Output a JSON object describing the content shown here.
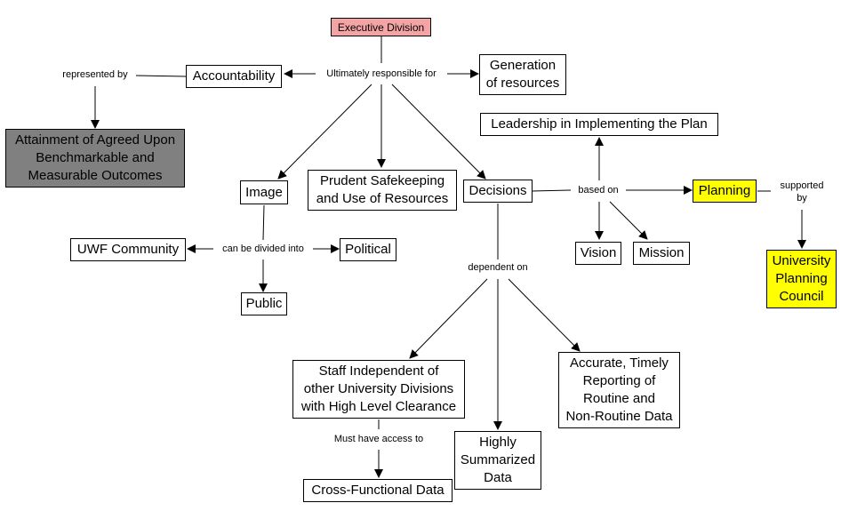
{
  "colors": {
    "executive_fill": "#f4a4a4",
    "outcomes_fill": "#808080",
    "planning_fill": "#ffff00",
    "default_fill": "#ffffff",
    "line": "#000000"
  },
  "nodes": {
    "executive": "Executive Division",
    "accountability": "Accountability",
    "generation": "Generation\nof resources",
    "outcomes": "Attainment of Agreed Upon\nBenchmarkable and\nMeasurable Outcomes",
    "leadership": "Leadership in Implementing the Plan",
    "image": "Image",
    "prudent": "Prudent Safekeeping\nand Use of Resources",
    "decisions": "Decisions",
    "planning": "Planning",
    "uwf": "UWF Community",
    "political": "Political",
    "public": "Public",
    "vision": "Vision",
    "mission": "Mission",
    "upc": "University\nPlanning\nCouncil",
    "staff": "Staff Independent of\nother University Divisions\nwith High Level Clearance",
    "accurate": "Accurate, Timely\nReporting of\nRoutine and\nNon-Routine Data",
    "summarized": "Highly\nSummarized\nData",
    "crossfunctional": "Cross-Functional Data"
  },
  "links": {
    "ultimately": "Ultimately responsible for",
    "represented": "represented by",
    "divided": "can be divided into",
    "based": "based on",
    "supported": "supported\nby",
    "dependent": "dependent on",
    "access": "Must have access to"
  }
}
